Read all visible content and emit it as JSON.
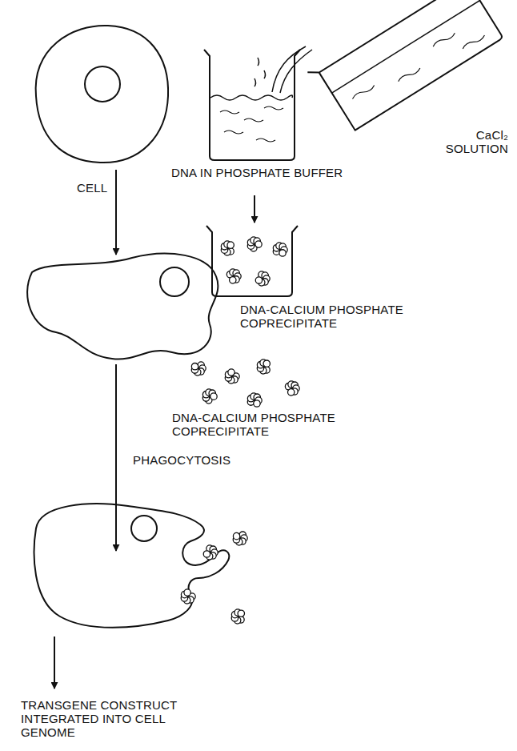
{
  "diagram": {
    "labels": [
      "CELL",
      "DNA IN PHOSPHATE BUFFER",
      "CaCl₂ SOLUTION",
      "DNA-CALCIUM PHOSPHATE COPRECIPITATE",
      "DNA-CALCIUM PHOSPHATE COPRECIPITATE",
      "PHAGOCYTOSIS",
      "TRANSGENE CONSTRUCT INTEGRATED INTO CELL GENOME"
    ]
  }
}
